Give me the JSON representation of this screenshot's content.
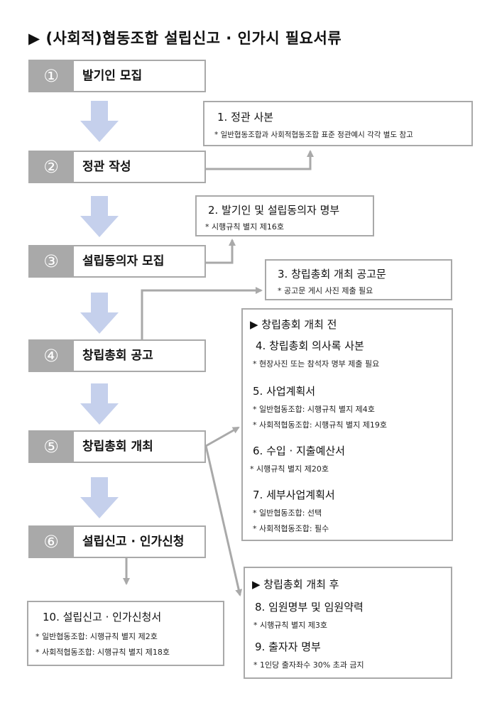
{
  "title": "▶ (사회적)협동조합 설립신고 · 인가시 필요서류",
  "steps": [
    {
      "num": "①",
      "label": "발기인 모집"
    },
    {
      "num": "②",
      "label": "정관 작성"
    },
    {
      "num": "③",
      "label": "설립동의자 모집"
    },
    {
      "num": "④",
      "label": "창립총회 공고"
    },
    {
      "num": "⑤",
      "label": "창립총회 개최"
    },
    {
      "num": "⑥",
      "label": "설립신고 · 인가신청"
    }
  ],
  "docs": {
    "d1": {
      "title": "1. 정관 사본",
      "notes": [
        "*  일반협동조합과 사회적협동조합  표준 정관예시  각각  별도  참고"
      ]
    },
    "d2": {
      "title": "2. 발기인 및 설립동의자 명부",
      "notes": [
        "*  시행규칙 별지 제16호"
      ]
    },
    "d3": {
      "title": "3. 창립총회 개최 공고문",
      "notes": [
        "*  공고문 게시 사진 제출 필요"
      ]
    },
    "before": {
      "header": "▶ 창립총회 개최 전",
      "d4": {
        "title": "4. 창립총회 의사록 사본",
        "notes": [
          "*  현장사진 또는 참석자 명부 제출 필요"
        ]
      },
      "d5": {
        "title": "5. 사업계획서",
        "notes": [
          "*  일반협동조합:  시행규칙  별지 제4호",
          "*  사회적협동조합:  시행규칙  별지 제19호"
        ]
      },
      "d6": {
        "title": "6. 수입 · 지출예산서",
        "notes": [
          "* 시행규칙  별지 제20호"
        ]
      },
      "d7": {
        "title": "7. 세부사업계획서",
        "notes": [
          "*  일반협동조합:  선택",
          "*  사회적협동조합:  필수"
        ]
      }
    },
    "after": {
      "header": "▶ 창립총회 개최 후",
      "d8": {
        "title": "8. 임원명부 및 임원약력",
        "notes": [
          "*  시행규칙  별지 제3호"
        ]
      },
      "d9": {
        "title": "9. 출자자 명부",
        "notes": [
          "* 1인당  출자좌수 30%  초과  금지"
        ]
      }
    },
    "d10": {
      "title": "10. 설립신고 · 인가신청서",
      "notes": [
        "*  일반협동조합:  시행규칙  별지 제2호",
        "*  사회적협동조합:  시행규칙  별지 제18호"
      ]
    }
  },
  "colors": {
    "gray": "#a9a9a9",
    "arrow_fill": "#c5d0ec"
  }
}
